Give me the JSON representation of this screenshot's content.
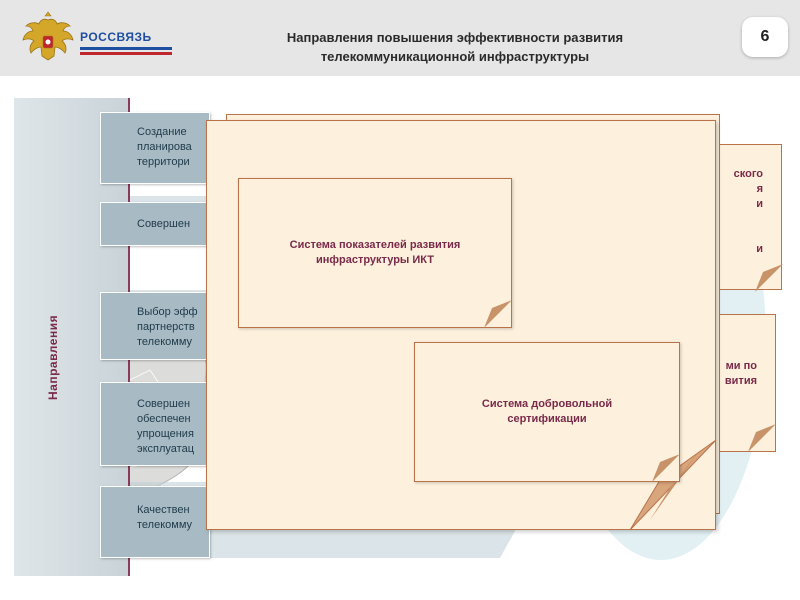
{
  "header": {
    "brand": "РОССВЯЗЬ",
    "title_line1": "Направления  повышения эффективности развития",
    "title_line2": "телекоммуникационной инфраструктуры",
    "slide_number": "6"
  },
  "sidebar": {
    "label": "Направления"
  },
  "directions": [
    "Создание",
    "планирова",
    "территори",
    "Совершен",
    "Выбор эфф",
    "партнерств",
    "телекомму",
    "Совершен",
    "обеспечен",
    "упрощения",
    "эксплуатац",
    "Качествен",
    "телекомму"
  ],
  "right_cards": {
    "top": [
      "ского",
      "я",
      "и",
      "и"
    ],
    "bottom": [
      "ми по",
      "вития"
    ]
  },
  "cards": {
    "ict_indicators_line1": "Система показателей развития",
    "ict_indicators_line2": "инфраструктуры ИКТ",
    "certification_line1": "Система добровольной",
    "certification_line2": "сертификации"
  },
  "colors": {
    "accent_text": "#7a2a4a",
    "card_fill": "#fdf0dc",
    "card_border": "#b8734a",
    "brand_blue": "#1f4fa0",
    "brand_red": "#c0262d"
  },
  "icons": [
    "russian-coat-of-arms-icon"
  ]
}
